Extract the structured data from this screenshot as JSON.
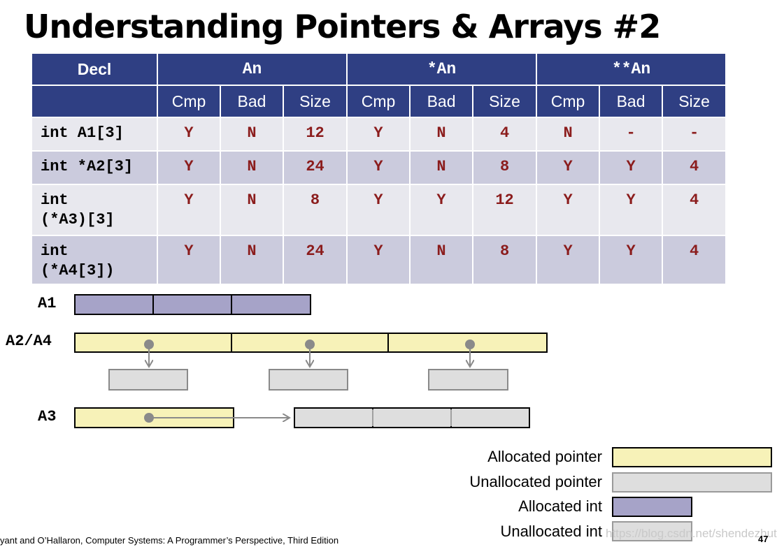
{
  "title": "Understanding Pointers & Arrays #2",
  "table": {
    "decl_header": "Decl",
    "groups": [
      "An",
      "*An",
      "**An"
    ],
    "subheaders": [
      "Cmp",
      "Bad",
      "Size",
      "Cmp",
      "Bad",
      "Size",
      "Cmp",
      "Bad",
      "Size"
    ],
    "rows": [
      {
        "decl": "int A1[3]",
        "cells": [
          "Y",
          "N",
          "12",
          "Y",
          "N",
          "4",
          "N",
          "-",
          "-"
        ]
      },
      {
        "decl": "int *A2[3]",
        "cells": [
          "Y",
          "N",
          "24",
          "Y",
          "N",
          "8",
          "Y",
          "Y",
          "4"
        ]
      },
      {
        "decl": "int\n(*A3)[3]",
        "cells": [
          "Y",
          "N",
          "8",
          "Y",
          "Y",
          "12",
          "Y",
          "Y",
          "4"
        ]
      },
      {
        "decl": "int\n(*A4[3])",
        "cells": [
          "Y",
          "N",
          "24",
          "Y",
          "N",
          "8",
          "Y",
          "Y",
          "4"
        ]
      }
    ]
  },
  "diagram": {
    "labels": {
      "a1": "A1",
      "a2a4": "A2/A4",
      "a3": "A3"
    }
  },
  "legend": {
    "allocated_pointer": "Allocated pointer",
    "unallocated_pointer": "Unallocated pointer",
    "allocated_int": "Allocated int",
    "unallocated_int": "Unallocated int"
  },
  "colors": {
    "header_bg": "#2f3f83",
    "row_light": "#e8e8ee",
    "row_dark": "#cbcbdd",
    "value_text": "#8b1c1c",
    "allocated_pointer": "#f7f2b8",
    "unallocated_pointer": "#dedede",
    "allocated_int": "#a6a3c8",
    "unallocated_int": "#dedede"
  },
  "footer": "yant and O’Hallaron, Computer Systems: A Programmer’s Perspective, Third Edition",
  "page_number": "47",
  "watermark": "https://blog.csdn.net/shendezhuti"
}
